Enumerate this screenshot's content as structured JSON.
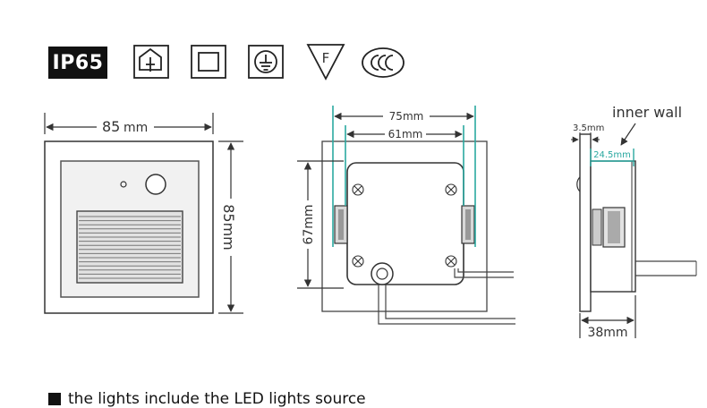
{
  "badge": {
    "label": "IP65"
  },
  "icons": [
    "indoor-house-icon",
    "double-insulation-icon",
    "ground-symbol-icon",
    "f-mark-triangle-icon",
    "ccc-certification-icon"
  ],
  "icon_texts": {
    "f_mark": "F"
  },
  "front_view": {
    "width_label": "85",
    "width_unit": "mm",
    "height_label": "85mm"
  },
  "back_view": {
    "outer_span_label": "75mm",
    "inner_span_label": "61mm",
    "height_label": "67mm"
  },
  "side_view": {
    "callout_label": "inner wall",
    "thickness_label": "3.5mm",
    "depth_inner_label": "24.5mm",
    "depth_total_label": "38mm"
  },
  "footer": {
    "note": "the  lights include the LED lights source"
  },
  "colors": {
    "accent": "#2aa8a0",
    "line": "#333333"
  }
}
